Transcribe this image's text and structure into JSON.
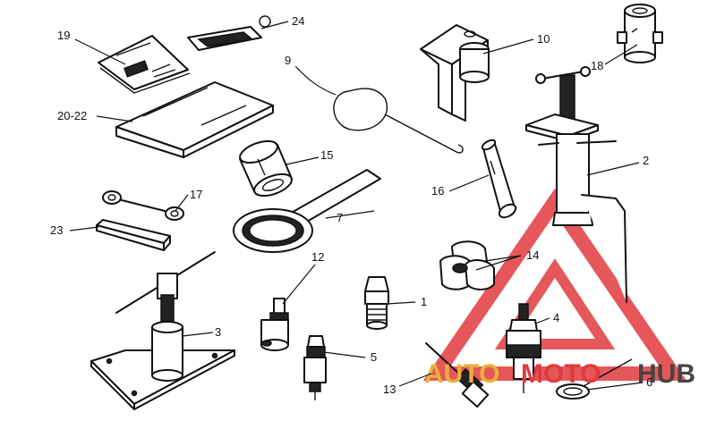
{
  "callouts": {
    "c1": "1",
    "c2": "2",
    "c3": "3",
    "c4": "4",
    "c5": "5",
    "c6": "6",
    "c7": "7",
    "c9": "9",
    "c10": "10",
    "c12": "12",
    "c13": "13",
    "c14": "14",
    "c15": "15",
    "c16": "16",
    "c17": "17",
    "c18": "18",
    "c19": "19",
    "c20_22": "20-22",
    "c23": "23",
    "c24": "24"
  },
  "watermark": {
    "part_a": "AUTO",
    "part_b": "MOTO",
    "part_c": "HUB",
    "color_red": "#e0393e",
    "color_yellow": "#e8b23a"
  }
}
